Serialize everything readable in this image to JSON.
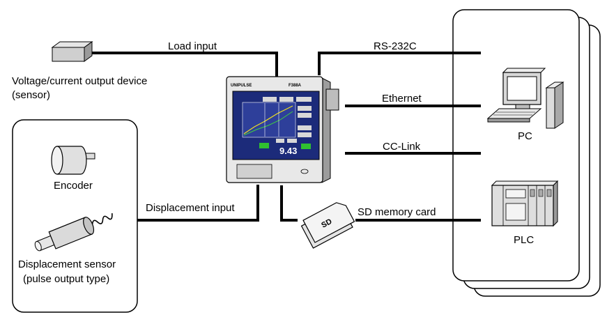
{
  "labels": {
    "load_input": "Load input",
    "sensor_line1": "Voltage/current output device",
    "sensor_line2": "(sensor)",
    "encoder": "Encoder",
    "displacement_sensor_line1": "Displacement sensor",
    "displacement_sensor_line2": "(pulse output type)",
    "displacement_input": "Displacement input",
    "rs232c": "RS-232C",
    "ethernet": "Ethernet",
    "cc_link": "CC-Link",
    "sd_memory_card": "SD memory card",
    "pc": "PC",
    "plc": "PLC"
  },
  "device": {
    "brand": "UNIPULSE",
    "model": "F388A",
    "screen_value": "9.43",
    "sd_card_text": "SD"
  }
}
